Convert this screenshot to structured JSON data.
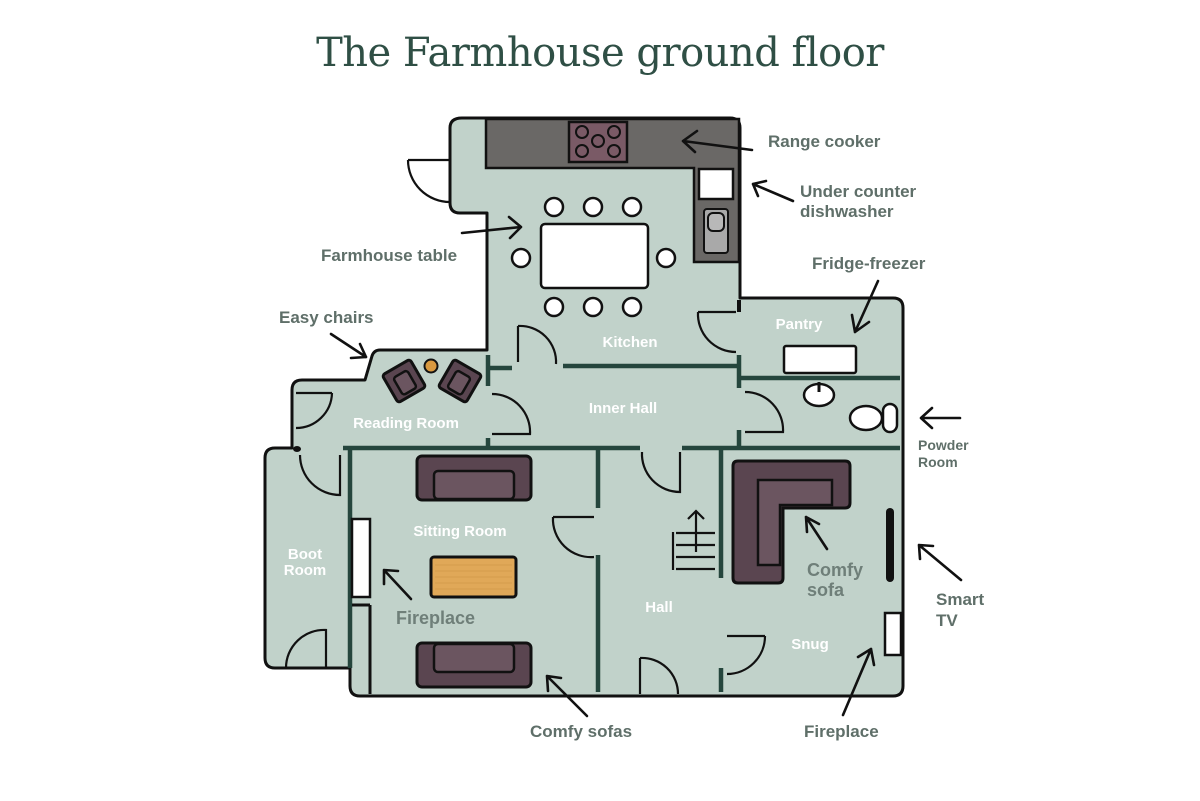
{
  "title": "The Farmhouse ground floor",
  "rooms": {
    "kitchen": "Kitchen",
    "pantry": "Pantry",
    "inner_hall": "Inner Hall",
    "reading_room": "Reading Room",
    "sitting_room": "Sitting Room",
    "boot_room": "Boot Room",
    "boot_room_line1": "Boot",
    "boot_room_line2": "Room",
    "hall": "Hall",
    "snug": "Snug"
  },
  "callouts": {
    "range_cooker": "Range cooker",
    "dishwasher_line1": "Under counter",
    "dishwasher_line2": "dishwasher",
    "farmhouse_table": "Farmhouse table",
    "fridge_freezer": "Fridge-freezer",
    "easy_chairs": "Easy chairs",
    "powder_room_line1": "Powder",
    "powder_room_line2": "Room",
    "fireplace_sitting": "Fireplace",
    "comfy_sofa_line1": "Comfy",
    "comfy_sofa_line2": "sofa",
    "smart_tv_line1": "Smart",
    "smart_tv_line2": "TV",
    "comfy_sofas": "Comfy sofas",
    "fireplace_snug": "Fireplace"
  },
  "colors": {
    "floor": "#c1d2ca",
    "wall": "#25463d",
    "counter": "#6a6866",
    "furniture": "#5a4550",
    "coffee_table": "#e0a858",
    "side_table": "#d9993f",
    "title": "#2f4f45",
    "callout": "#5f6f69"
  }
}
